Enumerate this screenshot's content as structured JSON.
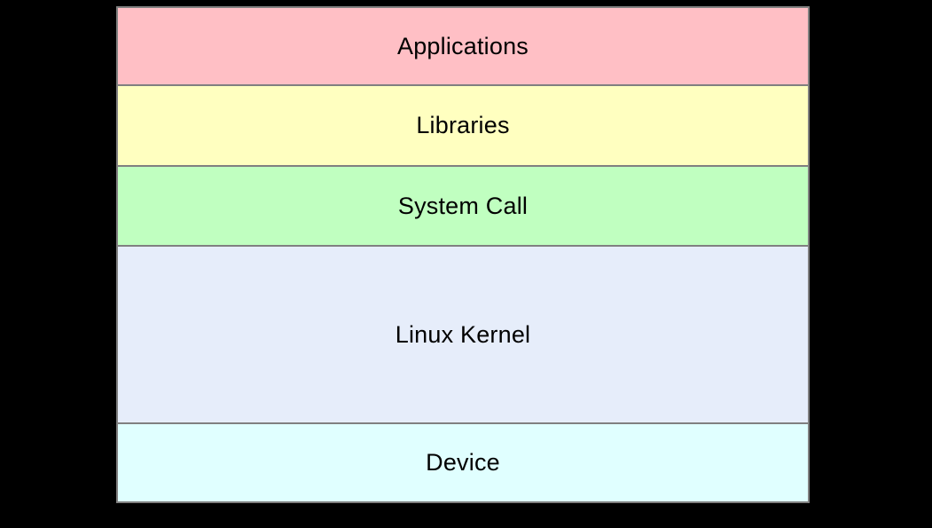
{
  "diagram": {
    "layers": [
      {
        "label": "Applications",
        "color": "#ffbfc5"
      },
      {
        "label": "Libraries",
        "color": "#ffffc0"
      },
      {
        "label": "System Call",
        "color": "#c0ffc0"
      },
      {
        "label": "Linux Kernel",
        "color": "#e6edfa"
      },
      {
        "label": "Device",
        "color": "#e0ffff"
      }
    ],
    "border_color": "#808080",
    "background_color": "#000000",
    "text_color": "#000000"
  }
}
